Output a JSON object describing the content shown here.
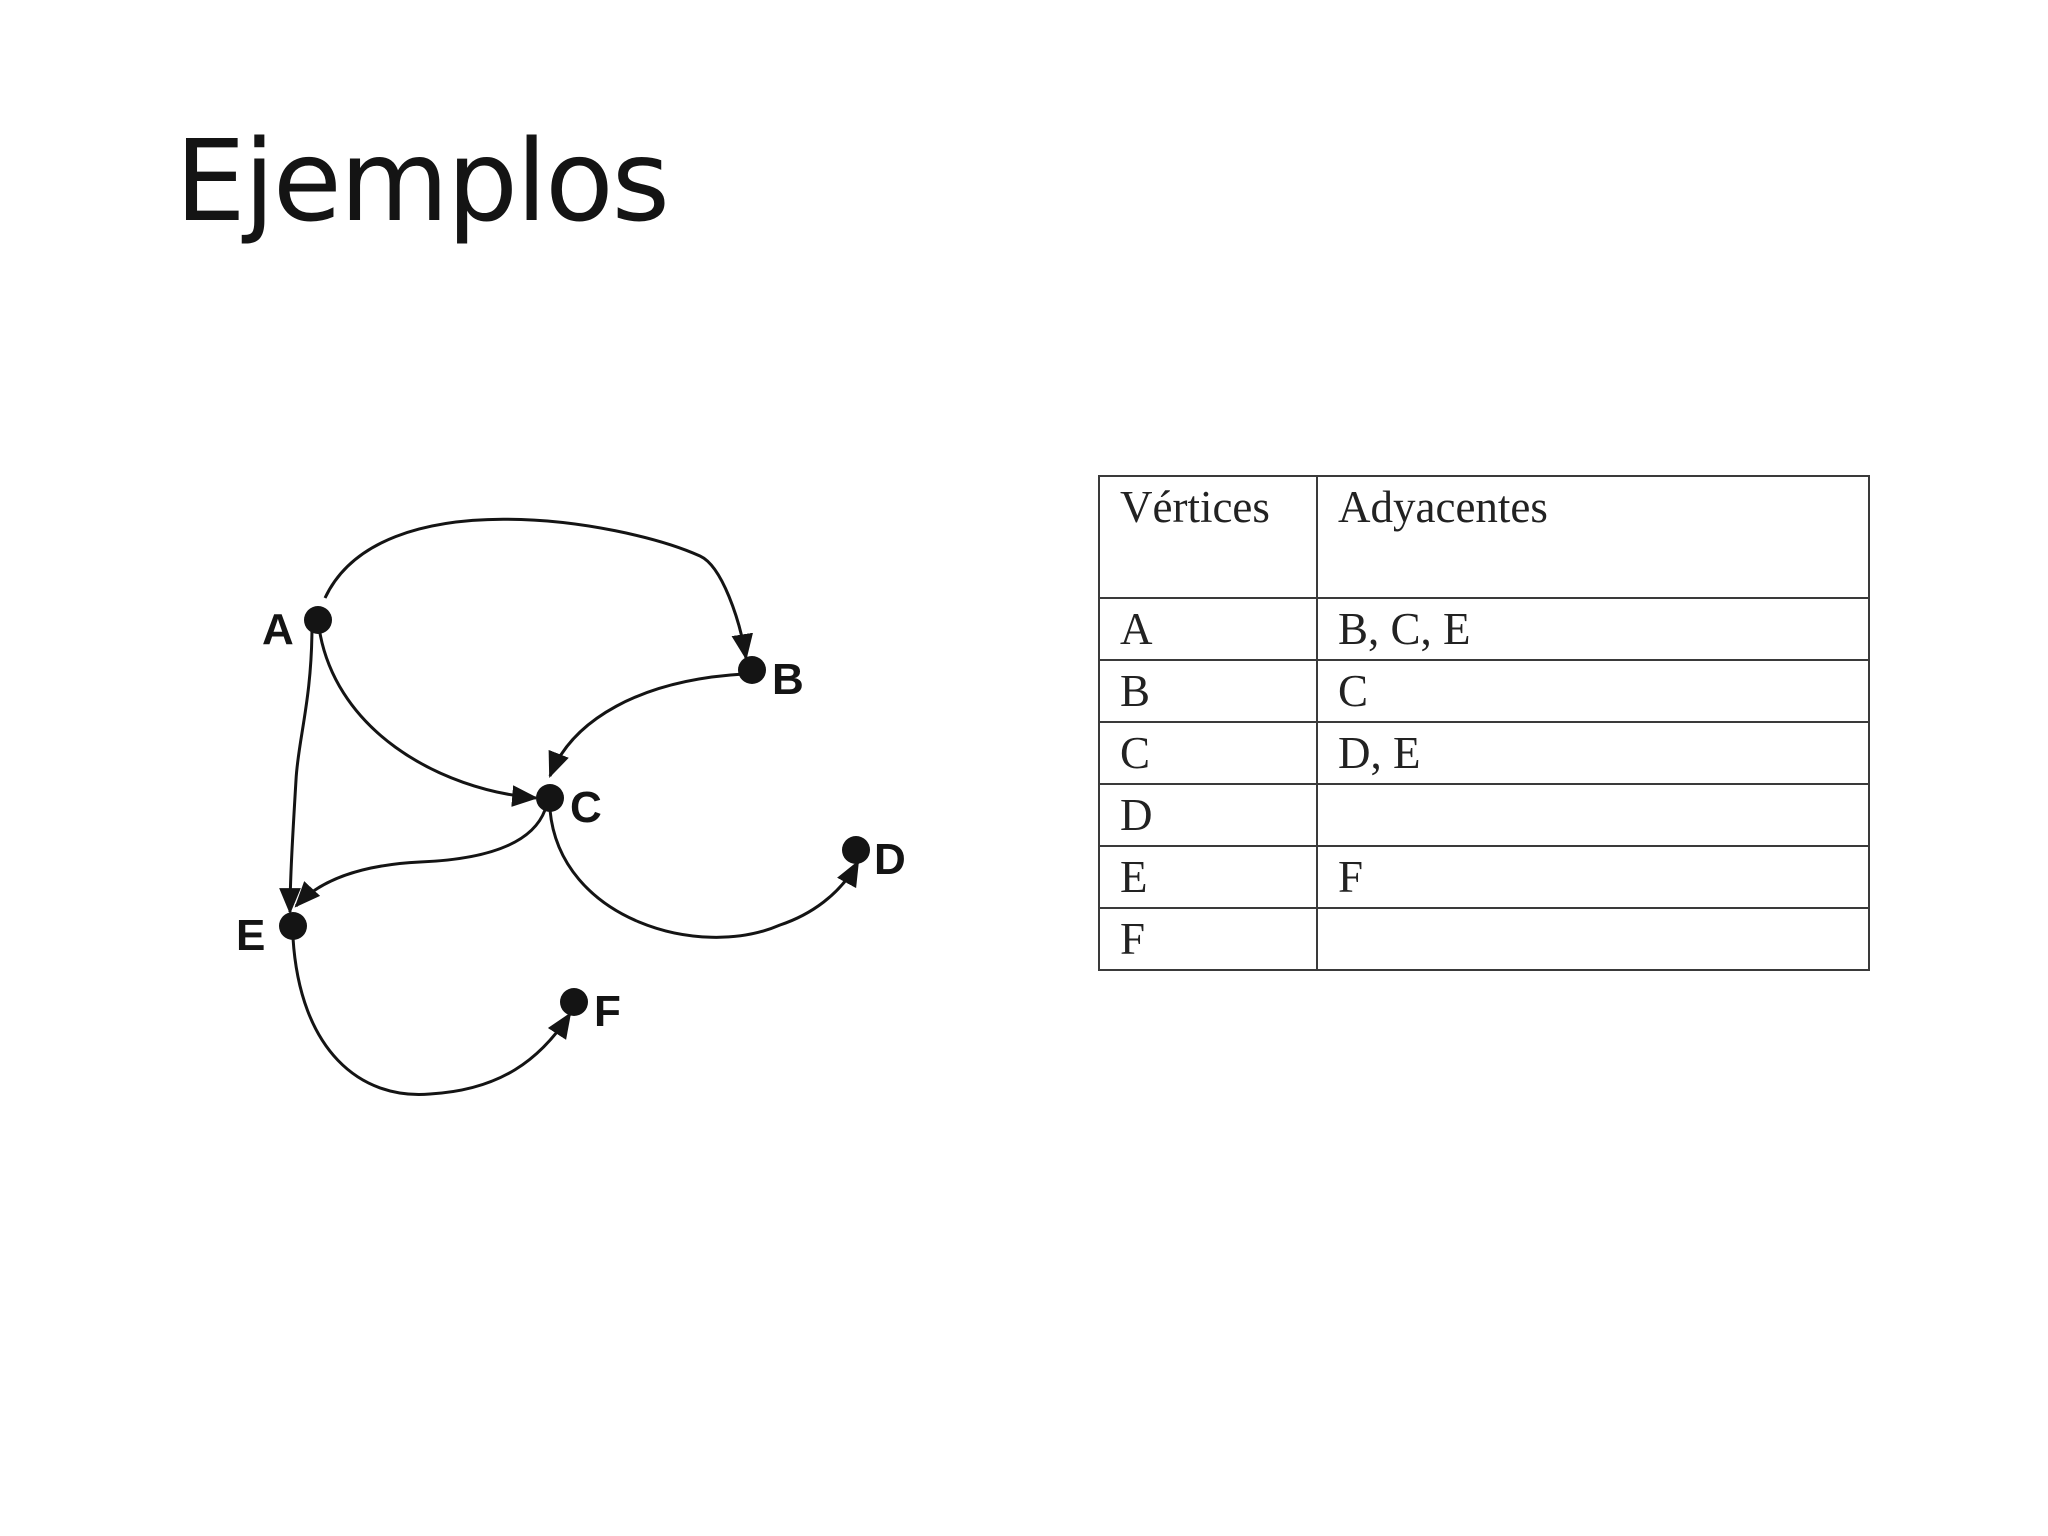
{
  "slide": {
    "title": "Ejemplos"
  },
  "graph": {
    "nodes": [
      {
        "id": "A",
        "label": "A"
      },
      {
        "id": "B",
        "label": "B"
      },
      {
        "id": "C",
        "label": "C"
      },
      {
        "id": "D",
        "label": "D"
      },
      {
        "id": "E",
        "label": "E"
      },
      {
        "id": "F",
        "label": "F"
      }
    ],
    "edges": [
      {
        "from": "A",
        "to": "B"
      },
      {
        "from": "A",
        "to": "C"
      },
      {
        "from": "A",
        "to": "E"
      },
      {
        "from": "B",
        "to": "C"
      },
      {
        "from": "C",
        "to": "D"
      },
      {
        "from": "C",
        "to": "E"
      },
      {
        "from": "E",
        "to": "F"
      }
    ]
  },
  "table": {
    "headers": [
      "Vértices",
      "Adyacentes"
    ],
    "rows": [
      {
        "vertex": "A",
        "adjacent": "B, C, E"
      },
      {
        "vertex": "B",
        "adjacent": "C"
      },
      {
        "vertex": "C",
        "adjacent": "D, E"
      },
      {
        "vertex": "D",
        "adjacent": ""
      },
      {
        "vertex": "E",
        "adjacent": "F"
      },
      {
        "vertex": "F",
        "adjacent": ""
      }
    ]
  }
}
